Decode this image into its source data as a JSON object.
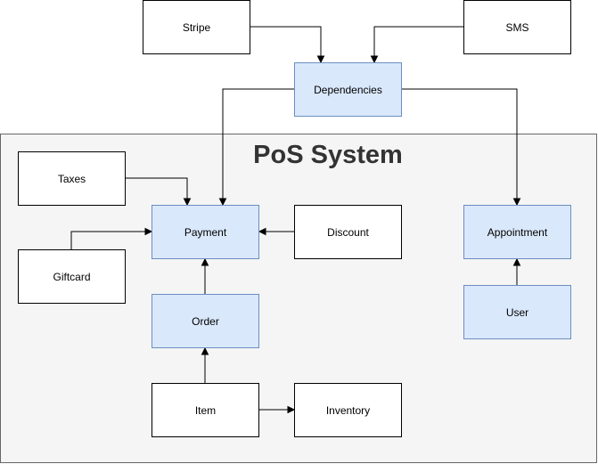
{
  "container": {
    "title": "PoS System"
  },
  "nodes": {
    "stripe": "Stripe",
    "sms": "SMS",
    "dependencies": "Dependencies",
    "taxes": "Taxes",
    "payment": "Payment",
    "discount": "Discount",
    "giftcard": "Giftcard",
    "order": "Order",
    "item": "Item",
    "inventory": "Inventory",
    "appointment": "Appointment",
    "user": "User"
  },
  "edges": [
    {
      "from": "stripe",
      "to": "dependencies"
    },
    {
      "from": "sms",
      "to": "dependencies"
    },
    {
      "from": "dependencies",
      "to": "payment"
    },
    {
      "from": "dependencies",
      "to": "appointment"
    },
    {
      "from": "taxes",
      "to": "payment"
    },
    {
      "from": "discount",
      "to": "payment"
    },
    {
      "from": "giftcard",
      "to": "payment"
    },
    {
      "from": "order",
      "to": "payment"
    },
    {
      "from": "item",
      "to": "order"
    },
    {
      "from": "item",
      "to": "inventory"
    },
    {
      "from": "user",
      "to": "appointment"
    }
  ],
  "colors": {
    "container_fill": "#f5f5f5",
    "container_stroke": "#666666",
    "title_color": "#333333",
    "blue_fill": "#dae8fc",
    "blue_stroke": "#6c8ebf",
    "plain_fill": "#ffffff",
    "plain_stroke": "#000000"
  }
}
